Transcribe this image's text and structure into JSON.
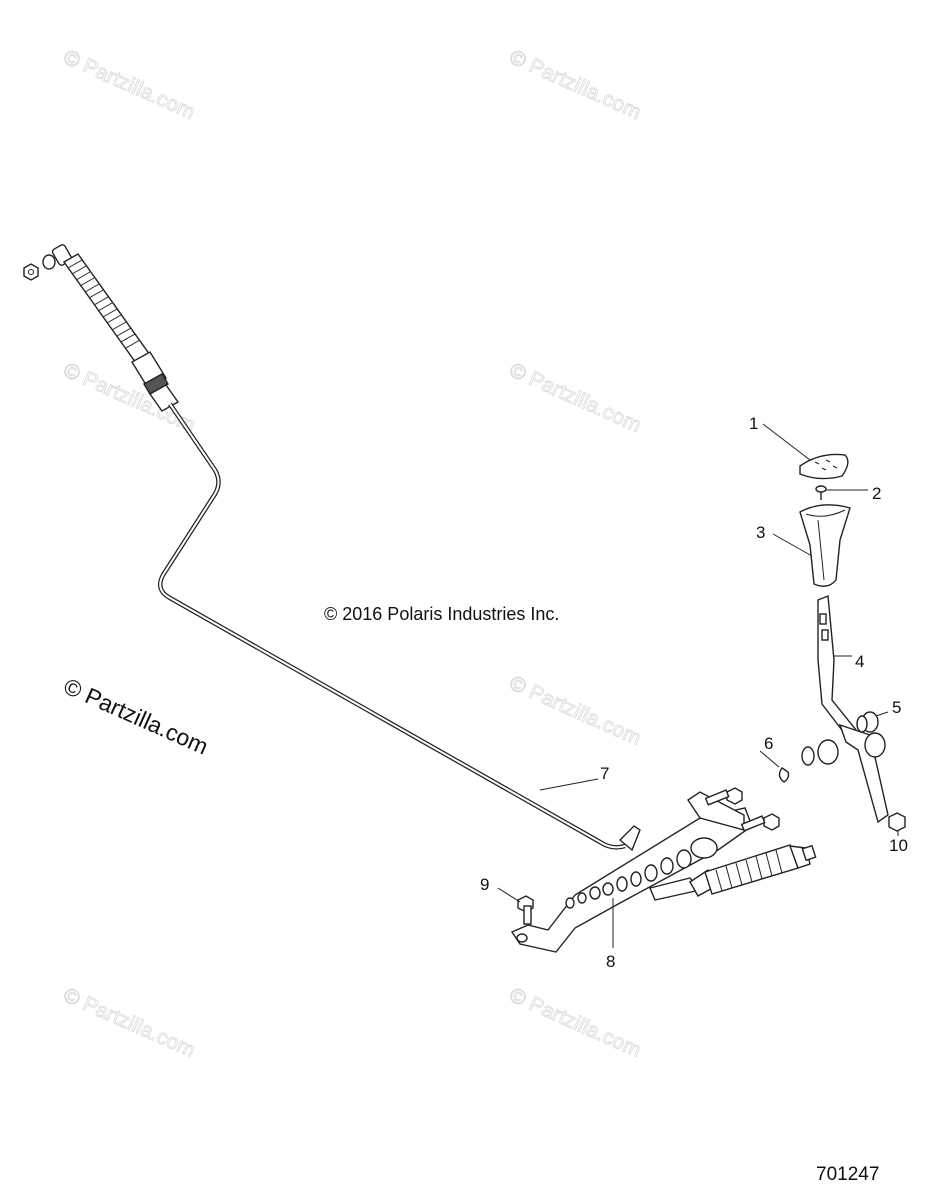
{
  "watermark": {
    "text": "© Partzilla.com",
    "prominent_text": "© Partzilla.com"
  },
  "copyright": "© 2016 Polaris Industries Inc.",
  "diagram_id": "701247",
  "callouts": [
    {
      "number": "1"
    },
    {
      "number": "2"
    },
    {
      "number": "3"
    },
    {
      "number": "4"
    },
    {
      "number": "5"
    },
    {
      "number": "6"
    },
    {
      "number": "7"
    },
    {
      "number": "8"
    },
    {
      "number": "9"
    },
    {
      "number": "10"
    }
  ]
}
